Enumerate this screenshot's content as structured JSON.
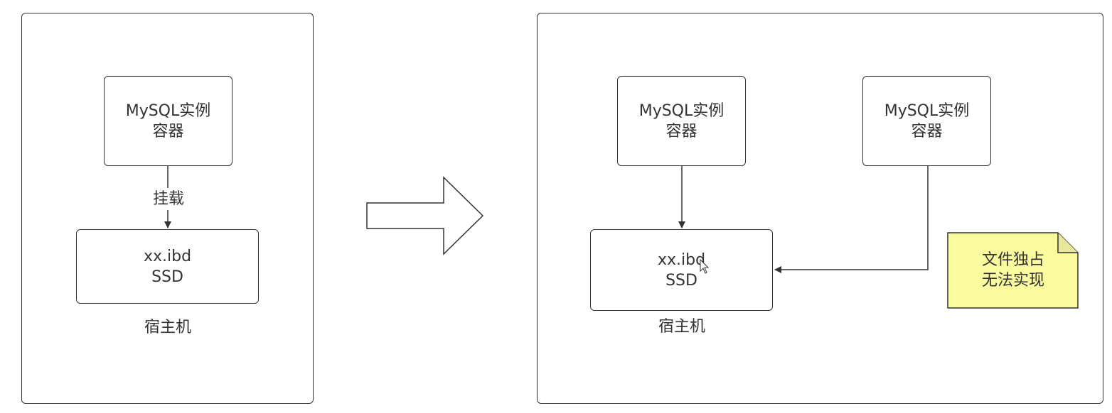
{
  "left": {
    "container": {
      "line1": "MySQL实例",
      "line2": "容器"
    },
    "edge_label": "挂载",
    "storage": {
      "line1": "xx.ibd",
      "line2": "SSD"
    },
    "host_label": "宿主机"
  },
  "right": {
    "container_a": {
      "line1": "MySQL实例",
      "line2": "容器"
    },
    "container_b": {
      "line1": "MySQL实例",
      "line2": "容器"
    },
    "storage": {
      "line1": "xx.ibd",
      "line2": "SSD"
    },
    "host_label": "宿主机",
    "note": {
      "line1": "文件独占",
      "line2": "无法实现",
      "color": "#fafa9e"
    }
  },
  "colors": {
    "stroke": "#333333",
    "text": "#333333",
    "note_fill": "#fafa9e"
  }
}
